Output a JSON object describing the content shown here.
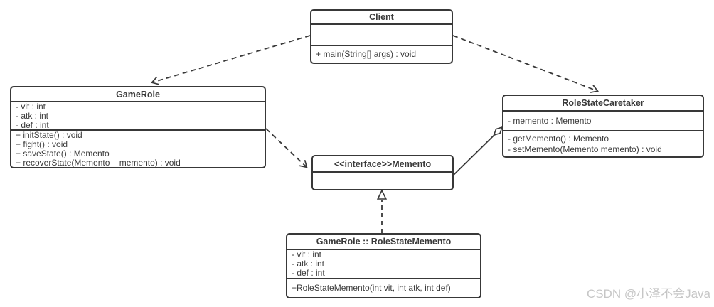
{
  "watermark": "CSDN @小泽不会Java",
  "classes": {
    "client": {
      "title": "Client",
      "attributes": [],
      "methods": [
        "+ main(String[] args) : void"
      ]
    },
    "gamerole": {
      "title": "GameRole",
      "attributes": [
        "- vit : int",
        "- atk : int",
        "- def : int"
      ],
      "methods": [
        "+ initState() : void",
        "+ fight() : void",
        "+ saveState() : Memento",
        "+ recoverState(Memento    memento) : void"
      ]
    },
    "caretaker": {
      "title": "RoleStateCaretaker",
      "attributes": [
        "- memento : Memento"
      ],
      "methods": [
        "- getMemento() : Memento",
        "- setMemento(Memento memento) : void"
      ]
    },
    "memento": {
      "title": "<<interface>>Memento",
      "attributes": [],
      "methods": []
    },
    "rolestatememento": {
      "title": "GameRole :: RoleStateMemento",
      "attributes": [
        "- vit : int",
        "- atk : int",
        "- def : int"
      ],
      "methods": [
        "+RoleStateMemento(int vit, int atk, int def)"
      ]
    }
  },
  "relations": [
    {
      "from": "Client",
      "to": "GameRole",
      "type": "dependency"
    },
    {
      "from": "Client",
      "to": "RoleStateCaretaker",
      "type": "dependency"
    },
    {
      "from": "GameRole",
      "to": "Memento",
      "type": "dependency"
    },
    {
      "from": "RoleStateCaretaker",
      "to": "Memento",
      "type": "aggregation"
    },
    {
      "from": "GameRole :: RoleStateMemento",
      "to": "Memento",
      "type": "realization"
    }
  ],
  "colors": {
    "stroke": "#383838",
    "text": "#3a3a3a",
    "watermark": "#c6c6c6",
    "background": "#ffffff"
  }
}
